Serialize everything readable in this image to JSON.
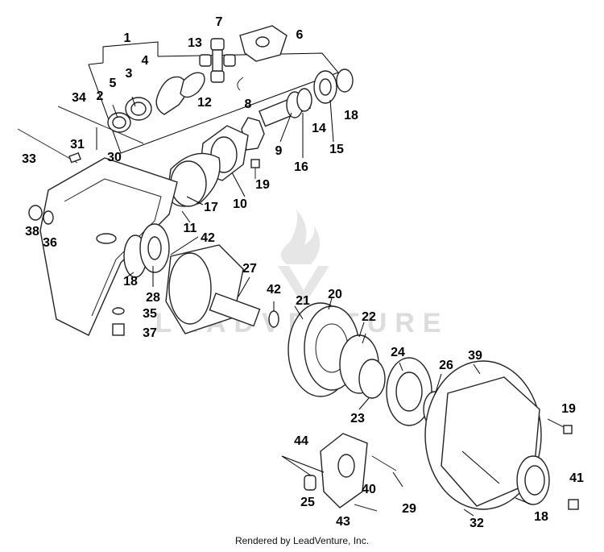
{
  "watermark": {
    "brand": "LEADVENTURE"
  },
  "footer": {
    "text": "Rendered by LeadVenture, Inc."
  },
  "callouts": {
    "c1": "1",
    "c2": "2",
    "c3": "3",
    "c4": "4",
    "c5": "5",
    "c6": "6",
    "c7": "7",
    "c8": "8",
    "c9": "9",
    "c10": "10",
    "c11": "11",
    "c12": "12",
    "c13": "13",
    "c14": "14",
    "c15": "15",
    "c16": "16",
    "c17": "17",
    "c18a": "18",
    "c18b": "18",
    "c18c": "18",
    "c19a": "19",
    "c19b": "19",
    "c20": "20",
    "c21": "21",
    "c22": "22",
    "c23": "23",
    "c24": "24",
    "c25": "25",
    "c26": "26",
    "c27": "27",
    "c28": "28",
    "c29": "29",
    "c30": "30",
    "c31": "31",
    "c32": "32",
    "c33": "33",
    "c34": "34",
    "c35": "35",
    "c36": "36",
    "c37": "37",
    "c38": "38",
    "c39": "39",
    "c40": "40",
    "c41": "41",
    "c42a": "42",
    "c42b": "42",
    "c43": "43",
    "c44": "44"
  }
}
